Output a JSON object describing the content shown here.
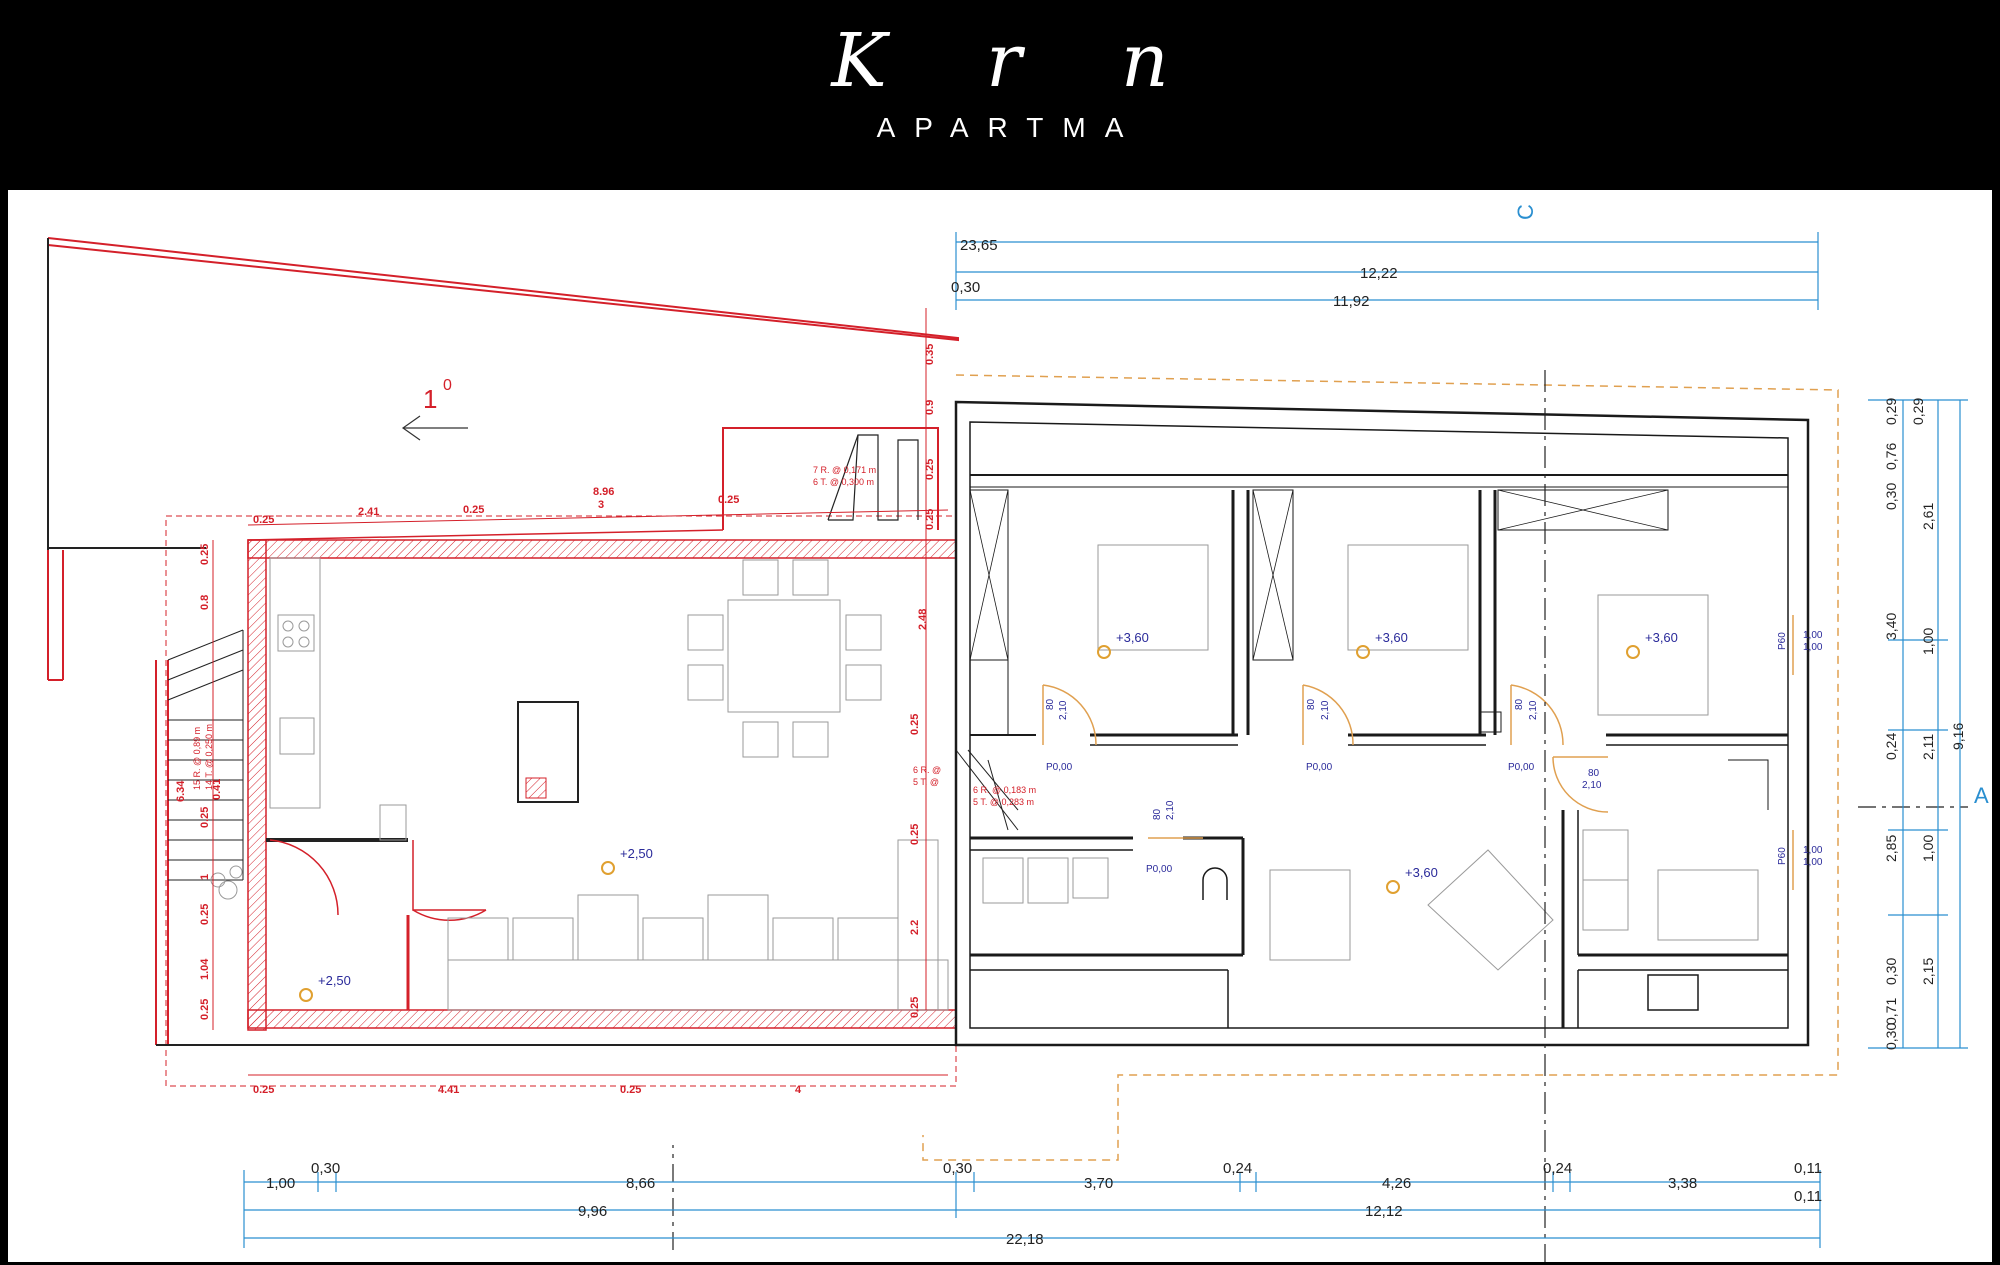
{
  "header": {
    "brand_script": "K r n",
    "brand_sub": "APARTMA"
  },
  "colors": {
    "background": "#000000",
    "sheet": "#ffffff",
    "wall_red": "#d4202a",
    "wall_black": "#1a1a1a",
    "dimension_blue": "#2a8fd0",
    "dimension_text": "#222222",
    "level_blue": "#2a2a9a",
    "orange_dash": "#e0a050"
  },
  "plan": {
    "slope": "1",
    "slope_sup": "0",
    "section_c": "C",
    "section_a": "A",
    "levels": [
      "+2,50",
      "+2,50",
      "+3,60",
      "+3,60",
      "+3,60",
      "+3,60"
    ],
    "door_labels": [
      "80",
      "2,10",
      "P0,00"
    ],
    "window_labels": [
      "P60",
      "1,00",
      "1,00"
    ],
    "stair_notes": [
      "7 R. @ 0,171 m",
      "6 T. @ 0,300 m",
      "6 R. @",
      "5 T. @",
      "6 R. @ 0,183 m",
      "5 T. @ 0,283 m",
      "15 R. @ 0,89 m",
      "14 T. @ 0,250 m"
    ],
    "red_top": [
      "0.25",
      "2.41",
      "0.25",
      "8.96",
      "3",
      "0.25",
      "0.25"
    ],
    "red_right": [
      "0.35",
      "0.9",
      "0.25",
      "2.48",
      "0.25",
      "0.25",
      "2.2",
      "0.25"
    ],
    "red_left": [
      "0.25",
      "0.8",
      "6.34",
      "0.25",
      "1",
      "0.25",
      "1.04",
      "0.25",
      "0.41"
    ],
    "red_bottom": [
      "0.25",
      "4.41",
      "0.25",
      "4"
    ],
    "top_dims": [
      "23,65",
      "12,22",
      "0,30",
      "11,92"
    ],
    "right_dims": [
      "0,29",
      "0,29",
      "0,76",
      "0,30",
      "2,61",
      "3,40",
      "1,00",
      "0,24",
      "2,11",
      "9,16",
      "2,85",
      "1,00",
      "0,30",
      "2,15",
      "0,71",
      "0,30"
    ],
    "bottom_row1": [
      "1,00",
      "0,30",
      "8,66",
      "0,30",
      "3,70",
      "0,24",
      "4,26",
      "0,24",
      "3,38",
      "0,11"
    ],
    "bottom_row2": [
      "9,96",
      "12,12",
      "0,11"
    ],
    "bottom_row3": [
      "22,18"
    ]
  }
}
